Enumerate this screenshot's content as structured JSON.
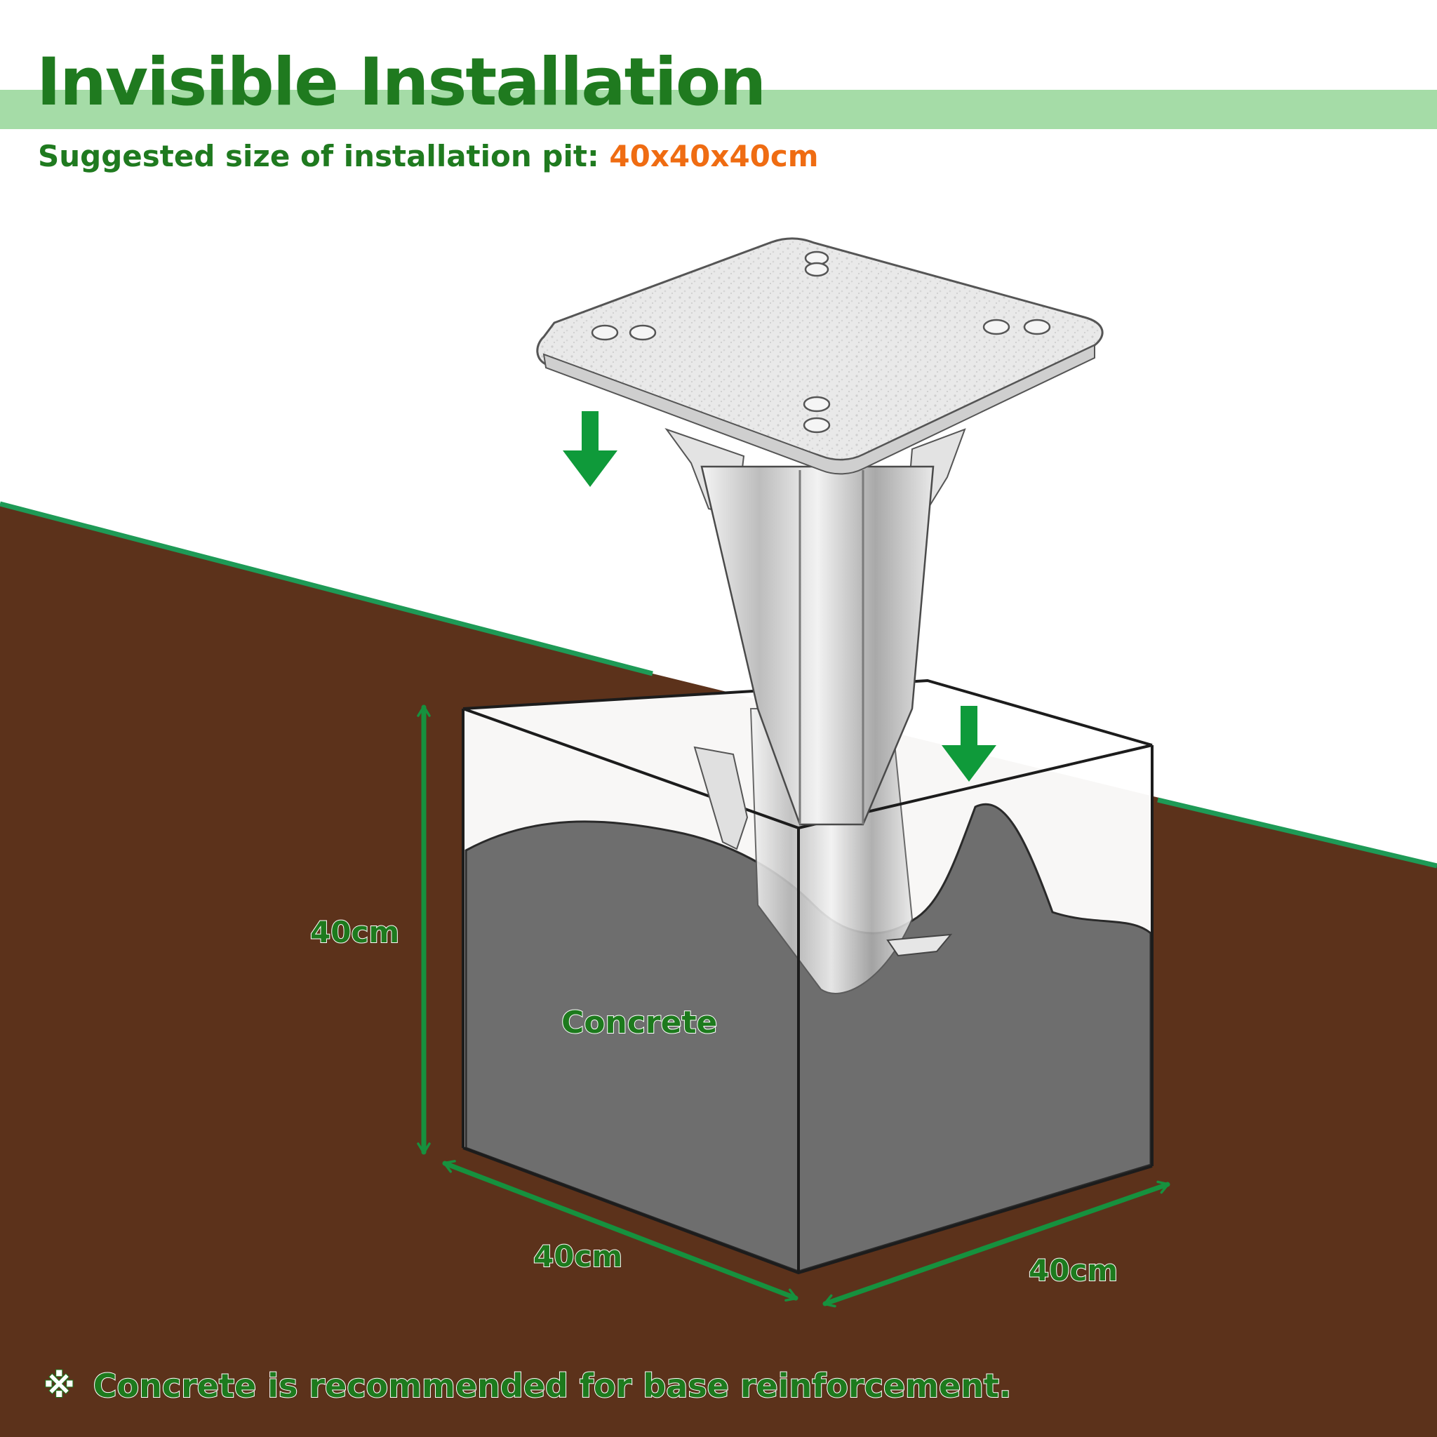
{
  "header": {
    "title": "Invisible Installation",
    "subtitle_prefix": "Suggested size of installation pit: ",
    "subtitle_value": "40x40x40cm"
  },
  "dimensions": {
    "height": "40cm",
    "width_left": "40cm",
    "width_right": "40cm"
  },
  "labels": {
    "concrete": "Concrete"
  },
  "footer": {
    "mark": "※",
    "note": "Concrete is recommended for base reinforcement."
  },
  "colors": {
    "title_green": "#1f7a1f",
    "accent_orange": "#ef6c12",
    "band_green": "#a5dca7",
    "arrow_green": "#16913e",
    "soil_brown": "#5c321b",
    "concrete_gray": "#6e6e6e"
  },
  "icons": [
    "down-arrow-icon",
    "double-arrow-icon",
    "reference-mark-icon"
  ]
}
